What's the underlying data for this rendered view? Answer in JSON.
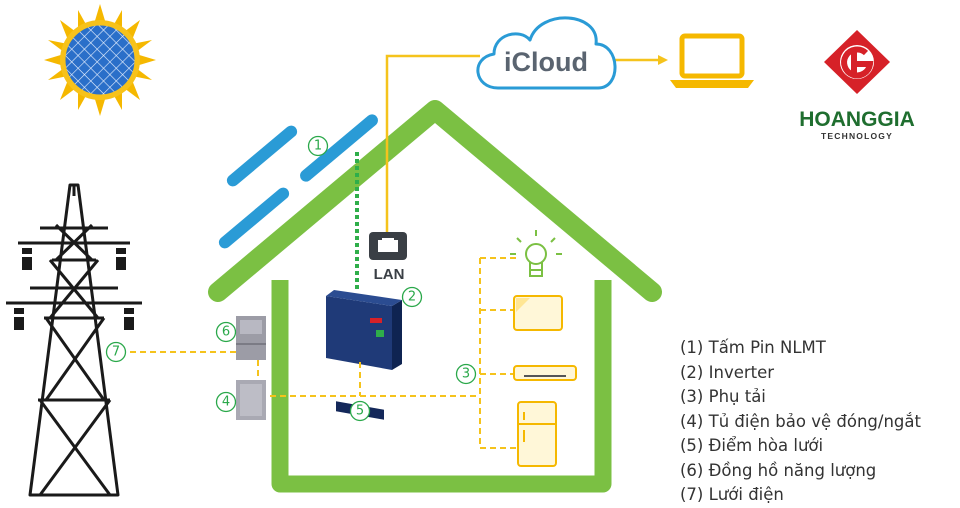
{
  "cloud": {
    "label": "iCloud"
  },
  "lan": {
    "label": "LAN"
  },
  "logo": {
    "name": "HOANGGIA",
    "subtitle": "TECHNOLOGY"
  },
  "markers": [
    "(1)",
    "(2)",
    "(3)",
    "(4)",
    "(5)",
    "(6)",
    "(7)"
  ],
  "legend": [
    "(1) Tấm Pin NLMT",
    "(2) Inverter",
    "(3) Phụ tải",
    "(4) Tủ điện bảo vệ đóng/ngắt",
    "(5) Điểm hòa lưới",
    "(6) Đồng hồ năng lượng",
    "(7) Lưới điện"
  ],
  "icons": {
    "sun": "sun-icon",
    "tower": "power-tower-icon",
    "laptop": "laptop-icon",
    "bulb": "light-bulb-icon",
    "tv": "tv-icon",
    "ac": "air-conditioner-icon",
    "fridge": "refrigerator-icon",
    "inverter": "inverter-icon",
    "meter": "energy-meter-icon",
    "cabinet": "breaker-cabinet-icon"
  },
  "colors": {
    "house": "#7bc043",
    "wire": "#f5c31c",
    "panel": "#2a9bd6",
    "dc_line": "#2fae4a",
    "text": "#333333",
    "logo_red": "#d62128"
  }
}
